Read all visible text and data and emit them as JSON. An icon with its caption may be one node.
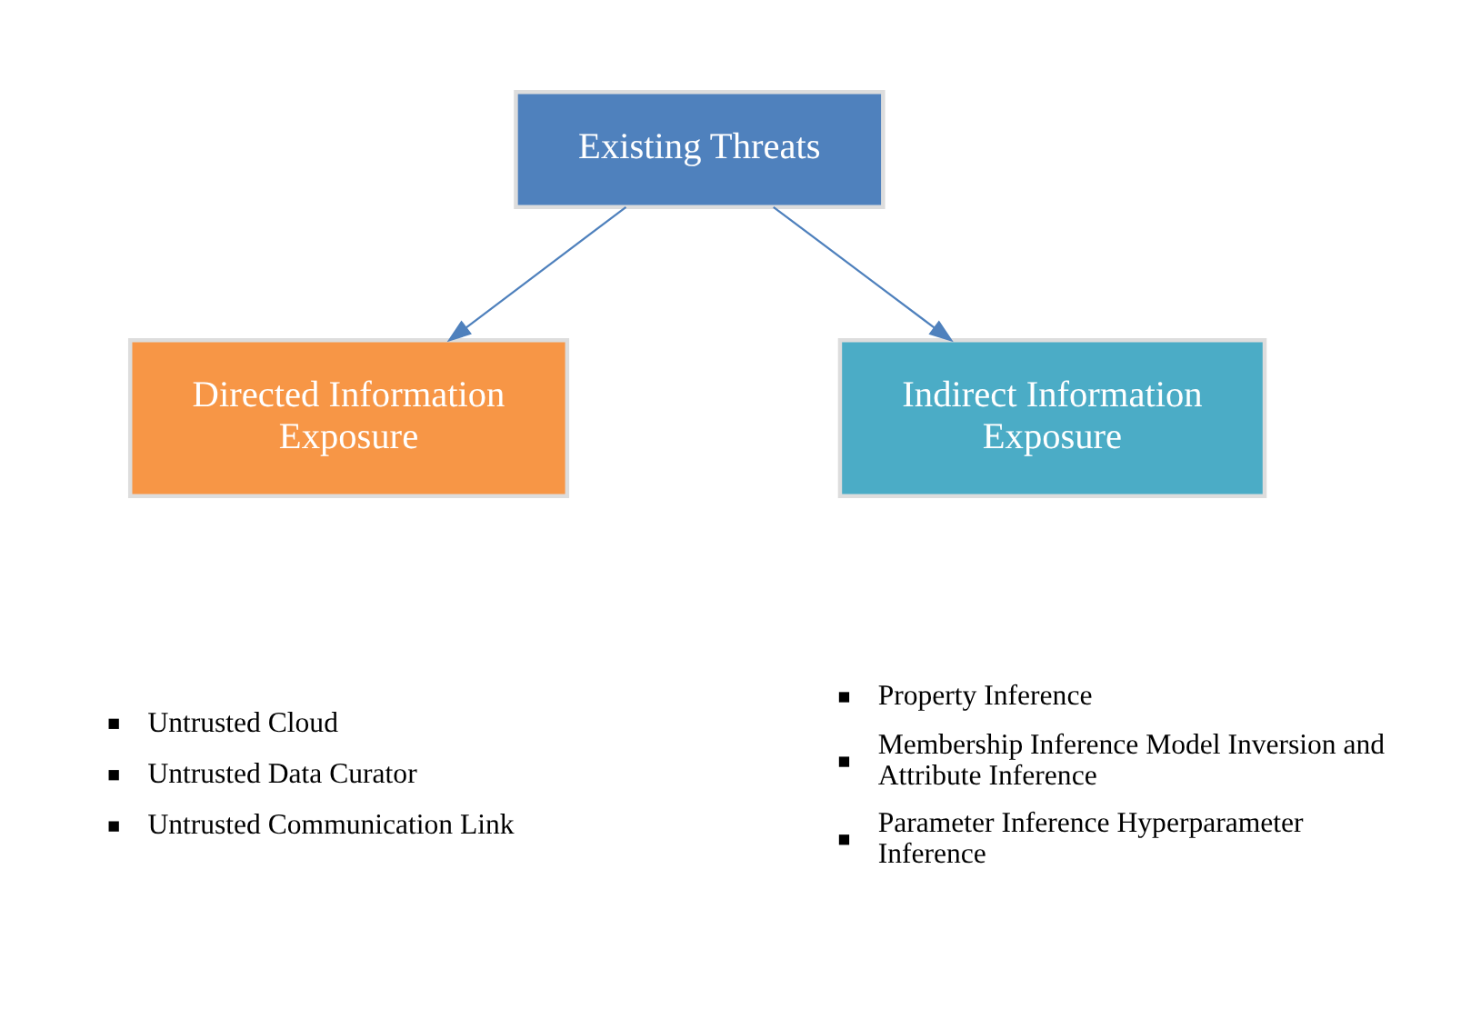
{
  "diagram": {
    "nodes": [
      {
        "text": [
          "Existing Threats"
        ]
      },
      {
        "text": [
          "Directed Information Exposure"
        ],
        "beside": [
          "Untrusted Cloud",
          "Untrusted Data Curator",
          "Untrusted Communication Link"
        ]
      },
      {
        "text": [
          "Indirect Information Exposure"
        ],
        "beside": [
          "Property Inference",
          "Membership Inference Model Inversion and Attribute Inference",
          "Parameter Inference Hyperparameter Inference"
        ]
      }
    ],
    "edges": [
      {
        "from": 0,
        "to": 1,
        "arrow": "to"
      },
      {
        "from": 0,
        "to": 2,
        "arrow": "to"
      }
    ]
  }
}
